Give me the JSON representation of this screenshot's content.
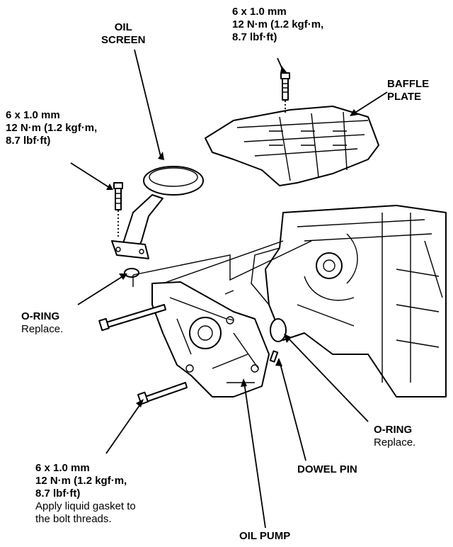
{
  "callouts": {
    "top_torque": [
      "6 x 1.0 mm",
      "12 N·m (1.2 kgf·m,",
      "8.7 lbf·ft)"
    ],
    "oil_screen": [
      "OIL",
      "SCREEN"
    ],
    "baffle_plate": [
      "BAFFLE",
      "PLATE"
    ],
    "left_torque": [
      "6 x 1.0 mm",
      "12 N·m (1.2 kgf·m,",
      "8.7 lbf·ft)"
    ],
    "o_ring_left": {
      "name": "O-RING",
      "note": "Replace."
    },
    "o_ring_right": {
      "name": "O-RING",
      "note": "Replace."
    },
    "dowel_pin": "DOWEL PIN",
    "bottom_torque": [
      "6 x 1.0 mm",
      "12 N·m (1.2 kgf·m,",
      "8.7 lbf·ft)"
    ],
    "bottom_note": [
      "Apply liquid gasket to",
      "the bolt threads."
    ],
    "oil_pump": "OIL PUMP"
  }
}
